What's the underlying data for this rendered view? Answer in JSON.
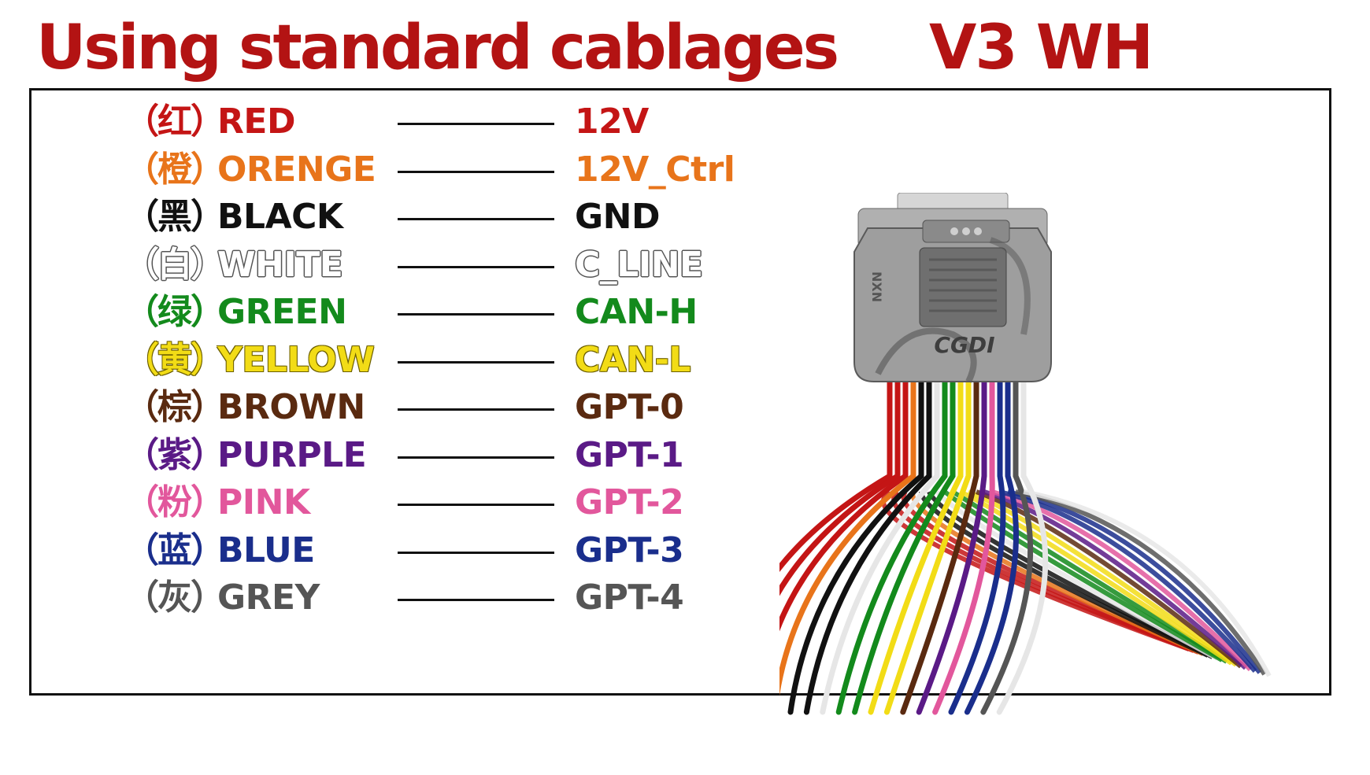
{
  "title": "Using standard cablages",
  "model": "V3 WH",
  "device_brand": "CGDI",
  "device_side_mark": "NXN",
  "wires": [
    {
      "cn": "（红）",
      "name": "RED",
      "signal": "12V",
      "color": "#c41515"
    },
    {
      "cn": "（橙）",
      "name": "ORENGE",
      "signal": "12V_Ctrl",
      "color": "#e8741a"
    },
    {
      "cn": "（黑）",
      "name": "BLACK",
      "signal": "GND",
      "color": "#111111"
    },
    {
      "cn": "（白）",
      "name": "WHITE",
      "signal": "C_LINE",
      "color": "#ffffff"
    },
    {
      "cn": "（绿）",
      "name": "GREEN",
      "signal": "CAN-H",
      "color": "#138a1c"
    },
    {
      "cn": "（黄）",
      "name": "YELLOW",
      "signal": "CAN-L",
      "color": "#f2dc16"
    },
    {
      "cn": "（棕）",
      "name": "BROWN",
      "signal": "GPT-0",
      "color": "#5a2a10"
    },
    {
      "cn": "（紫）",
      "name": "PURPLE",
      "signal": "GPT-1",
      "color": "#5a1a86"
    },
    {
      "cn": "（粉）",
      "name": "PINK",
      "signal": "GPT-2",
      "color": "#e2579c"
    },
    {
      "cn": "（蓝）",
      "name": "BLUE",
      "signal": "GPT-3",
      "color": "#1a2e8c"
    },
    {
      "cn": "（灰）",
      "name": "GREY",
      "signal": "GPT-4",
      "color": "#555555"
    }
  ]
}
